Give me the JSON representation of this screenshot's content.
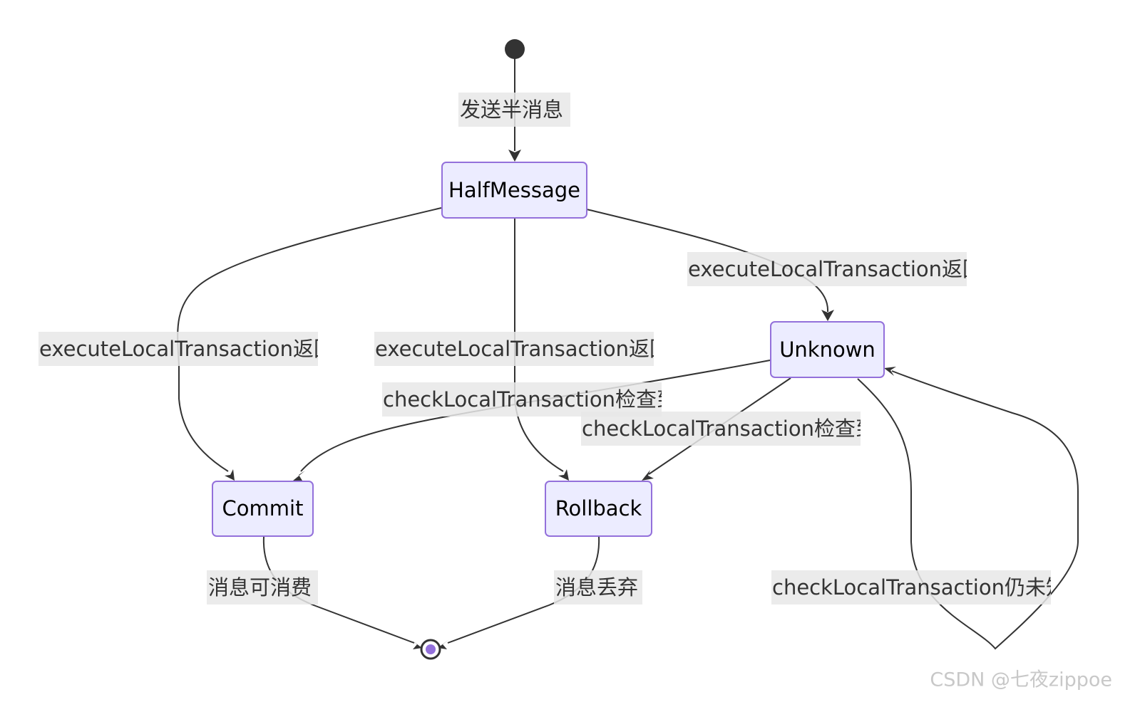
{
  "states": {
    "half_message": "HalfMessage",
    "unknown": "Unknown",
    "commit": "Commit",
    "rollback": "Rollback"
  },
  "transitions": {
    "start_to_half": "发送半消息",
    "half_to_unknown": "executeLocalTransaction返回",
    "half_to_commit": "executeLocalTransaction返回",
    "half_to_rollback": "executeLocalTransaction返回",
    "unknown_to_commit": "checkLocalTransaction检查到",
    "unknown_to_rollback": "checkLocalTransaction检查到",
    "unknown_self_loop": "checkLocalTransaction仍未知",
    "commit_to_end": "消息可消费",
    "rollback_to_end": "消息丢弃"
  },
  "watermark": "CSDN @七夜zippoe",
  "colors": {
    "node_fill": "#ECECFF",
    "node_stroke": "#9370DB",
    "edge": "#333333",
    "label_bg": "#e8e8e8",
    "end_inner": "#9370DB"
  }
}
